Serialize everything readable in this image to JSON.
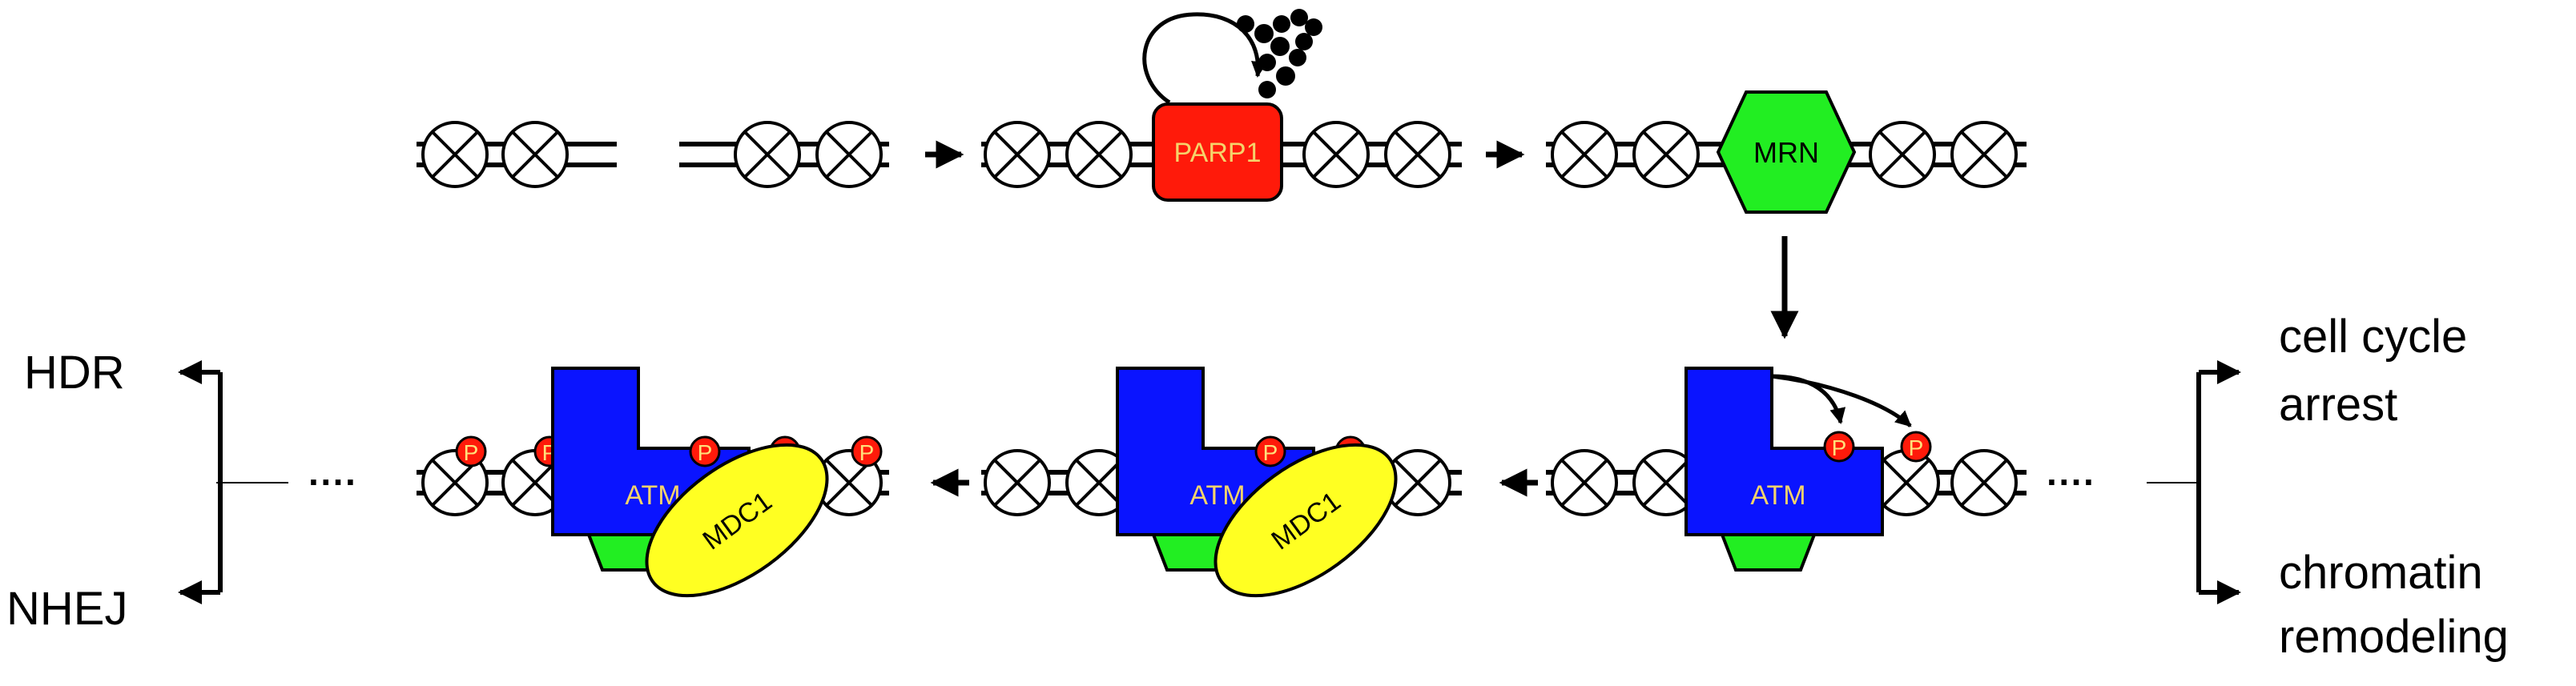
{
  "labels": {
    "parp1": "PARP1",
    "mrn": "MRN",
    "atm": "ATM",
    "mdc1": "MDC1",
    "phospho": "P",
    "ellipsis": "····",
    "hdr": "HDR",
    "nhej": "NHEJ",
    "cell_cycle_line1": "cell cycle",
    "cell_cycle_line2": "arrest",
    "chromatin_line1": "chromatin",
    "chromatin_line2": "remodeling"
  },
  "colors": {
    "parp1": "#ff1a0a",
    "parp1_text": "#f5d36b",
    "mrn": "#22ee22",
    "atm": "#0a14ff",
    "atm_text": "#f5d36b",
    "mdc1": "#ffff22",
    "phospho": "#ff1a0a",
    "phospho_text": "#ffe07a",
    "green_base": "#22ee22"
  }
}
